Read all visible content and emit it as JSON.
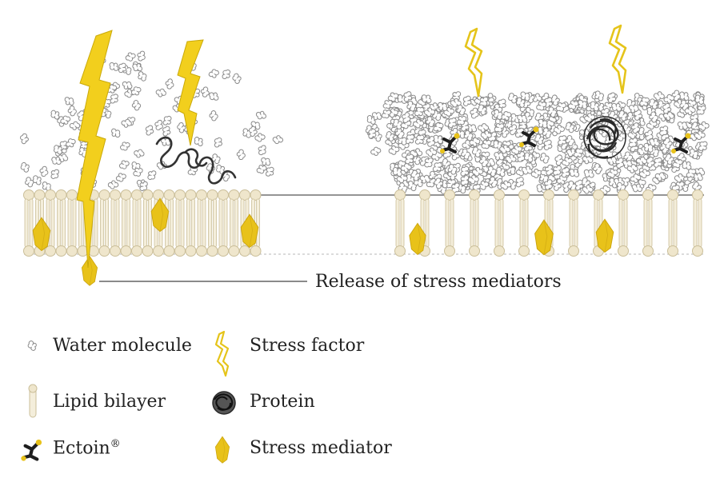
{
  "callout": {
    "text": "Release of stress mediators"
  },
  "legend": {
    "water": "Water molecule",
    "stress_factor": "Stress factor",
    "lipid": "Lipid bilayer",
    "protein": "Protein",
    "ectoin": "Ectoin",
    "ectoin_mark": "®",
    "mediator": "Stress mediator"
  },
  "colors": {
    "lightning": "#f2cf1d",
    "lightning_stroke": "#c9a90a",
    "mediator": "#e8c21a",
    "lipid_fill": "#efe6cc",
    "lipid_stroke": "#cbbf9a",
    "water_stroke": "#8a8a8a",
    "protein": "#333333",
    "ectoin_dark": "#1e1e1e"
  }
}
